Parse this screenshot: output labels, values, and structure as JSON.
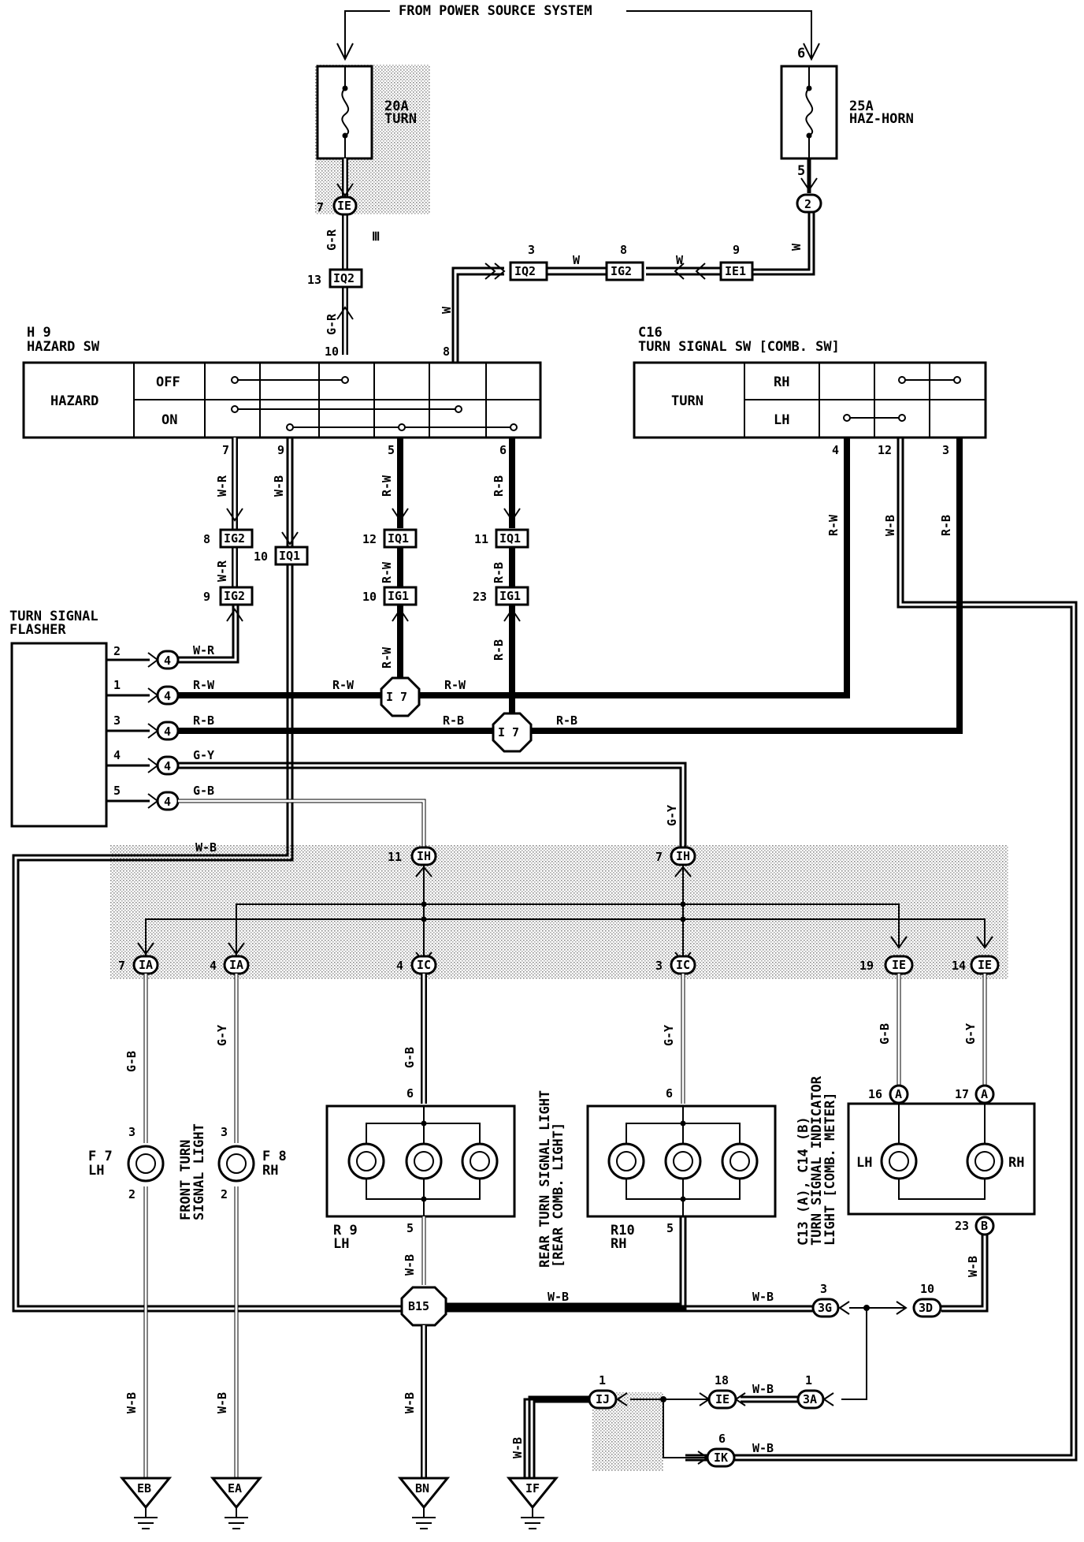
{
  "header": {
    "power_source": "FROM POWER SOURCE SYSTEM"
  },
  "fuses": {
    "turn": {
      "rating": "20A",
      "name": "TURN"
    },
    "haz_horn": {
      "rating": "25A",
      "name": "HAZ-HORN",
      "pin_in": "6",
      "pin_out": "5"
    }
  },
  "hazard_sw": {
    "id": "H 9",
    "name": "HAZARD SW",
    "label": "HAZARD",
    "positions": [
      "OFF",
      "ON"
    ],
    "pins": {
      "p10": "10",
      "p8": "8",
      "p7": "7",
      "p9": "9",
      "p5": "5",
      "p6": "6"
    }
  },
  "turn_sw": {
    "id": "C16",
    "name": "TURN SIGNAL SW [COMB. SW]",
    "label": "TURN",
    "positions": [
      "RH",
      "LH"
    ],
    "pins": {
      "p4": "4",
      "p12": "12",
      "p3": "3"
    }
  },
  "flasher": {
    "name_line1": "TURN SIGNAL",
    "name_line2": "FLASHER",
    "pins": [
      "2",
      "1",
      "3",
      "4",
      "5"
    ],
    "connector": "4"
  },
  "connectors": {
    "ie_top": {
      "pin": "7",
      "code": "IE"
    },
    "iq2_13": {
      "pin": "13",
      "code": "IQ2"
    },
    "iq2_3": {
      "pin": "3",
      "code": "IQ2"
    },
    "ig2_8top": {
      "pin": "8",
      "code": "IG2"
    },
    "ie1_9": {
      "pin": "9",
      "code": "IE1"
    },
    "haz_2": {
      "code": "2"
    },
    "ig2_8": {
      "pin": "8",
      "code": "IG2"
    },
    "ig2_9": {
      "pin": "9",
      "code": "IG2"
    },
    "iq1_10": {
      "pin": "10",
      "code": "IQ1"
    },
    "iq1_12": {
      "pin": "12",
      "code": "IQ1"
    },
    "ig1_10": {
      "pin": "10",
      "code": "IG1"
    },
    "iq1_11": {
      "pin": "11",
      "code": "IQ1"
    },
    "ig1_23": {
      "pin": "23",
      "code": "IG1"
    },
    "i7": {
      "code": "I 7"
    },
    "ih_11": {
      "pin": "11",
      "code": "IH"
    },
    "ih_7": {
      "pin": "7",
      "code": "IH"
    },
    "ia_7": {
      "pin": "7",
      "code": "IA"
    },
    "ia_4": {
      "pin": "4",
      "code": "IA"
    },
    "ic_4": {
      "pin": "4",
      "code": "IC"
    },
    "ic_3": {
      "pin": "3",
      "code": "IC"
    },
    "ie_19": {
      "pin": "19",
      "code": "IE"
    },
    "ie_14": {
      "pin": "14",
      "code": "IE"
    },
    "b15": {
      "code": "B15"
    },
    "g3g": {
      "pin": "3",
      "code": "3G"
    },
    "g3d": {
      "pin": "10",
      "code": "3D"
    },
    "g3a": {
      "pin": "1",
      "code": "3A"
    },
    "ij": {
      "pin": "1",
      "code": "IJ"
    },
    "ie_18": {
      "pin": "18",
      "code": "IE"
    },
    "ik": {
      "pin": "6",
      "code": "IK"
    }
  },
  "wires": {
    "gr": "G-R",
    "w": "W",
    "wr": "W-R",
    "wb": "W-B",
    "rw": "R-W",
    "rb": "R-B",
    "gy": "G-Y",
    "gb": "G-B"
  },
  "front_lights": {
    "title_line1": "FRONT TURN",
    "title_line2": "SIGNAL LIGHT",
    "f7": {
      "id": "F 7",
      "side": "LH",
      "pin_top": "3",
      "pin_bot": "2"
    },
    "f8": {
      "id": "F 8",
      "side": "RH",
      "pin_top": "3",
      "pin_bot": "2"
    }
  },
  "rear_lights": {
    "title_line1": "REAR TURN SIGNAL LIGHT",
    "title_line2": "[REAR COMB. LIGHT]",
    "r9": {
      "id": "R 9",
      "side": "LH",
      "pin_top": "6",
      "pin_bot": "5"
    },
    "r10": {
      "id": "R10",
      "side": "RH",
      "pin_top": "6",
      "pin_bot": "5"
    }
  },
  "indicator": {
    "title_line1": "C13 (A), C14 (B)",
    "title_line2": "TURN SIGNAL INDICATOR",
    "title_line3": "LIGHT [COMB. METER]",
    "lh": "LH",
    "rh": "RH",
    "pin16": "16",
    "pin17": "17",
    "pin23": "23",
    "conn_a": "A",
    "conn_b": "B"
  },
  "grounds": {
    "eb": "EB",
    "ea": "EA",
    "bn": "BN",
    "if": "IF"
  },
  "misc": {
    "mark": "Ⅲ"
  }
}
